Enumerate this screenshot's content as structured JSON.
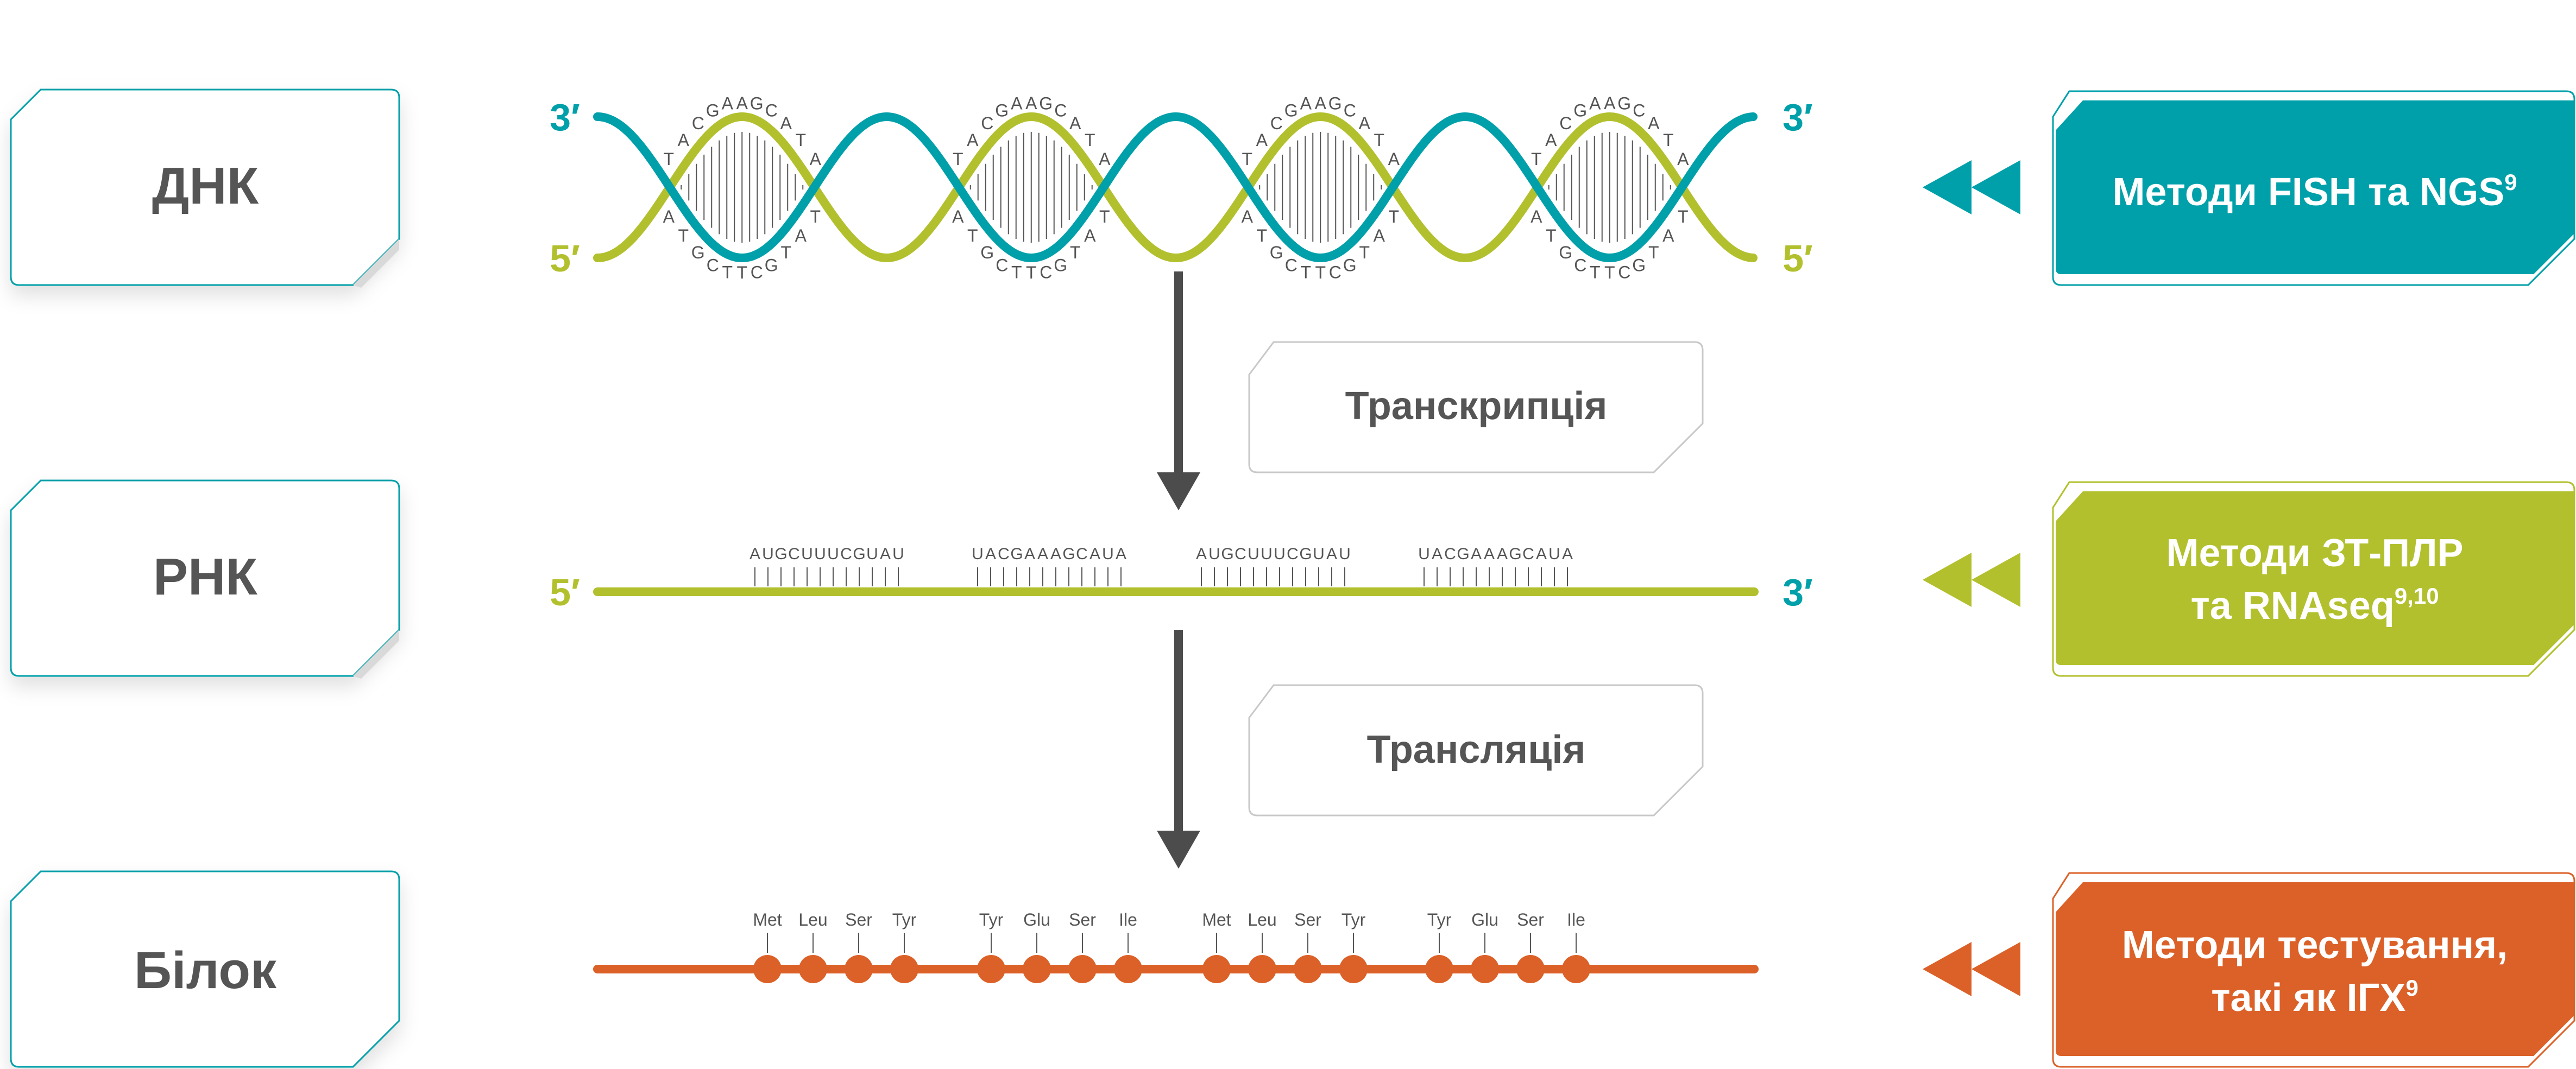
{
  "colors": {
    "teal": "#00A0AA",
    "green": "#B2C02E",
    "orange": "#DB6128",
    "dark": "#4C4C4C",
    "gray_border": "#C8C8C8",
    "text_gray": "#555555"
  },
  "left_labels": {
    "dna": "ДНК",
    "rna": "РНК",
    "protein": "Білок"
  },
  "processes": {
    "transcription": "Транскрипція",
    "translation": "Трансляція"
  },
  "methods": {
    "dna": {
      "text": "Методи FISH та NGS",
      "sup": "9"
    },
    "rna": {
      "line1": "Методи ЗТ-ПЛР",
      "line2": "та RNAseq",
      "sup": "9,10"
    },
    "protein": {
      "line1": "Методи тестування,",
      "line2": "такі як ІГХ",
      "sup": "9"
    }
  },
  "dna": {
    "end_3": "3′",
    "end_5": "5′",
    "top_bases": [
      "A",
      "T",
      "G",
      "C",
      "T",
      "T",
      "C",
      "G",
      "T",
      "A",
      "T"
    ],
    "bottom_bases": [
      "T",
      "A",
      "C",
      "G",
      "A",
      "A",
      "G",
      "C",
      "A",
      "T",
      "A"
    ]
  },
  "rna": {
    "end_5": "5′",
    "end_3": "3′",
    "codon_groups": [
      "AUGCUUUCGUAU",
      "UACGAAAGCAUA",
      "AUGCUUUCGUAU",
      "UACGAAAGCAUA"
    ]
  },
  "protein": {
    "amino_groups": [
      [
        "Met",
        "Leu",
        "Ser",
        "Tyr"
      ],
      [
        "Tyr",
        "Glu",
        "Ser",
        "Ile"
      ],
      [
        "Met",
        "Leu",
        "Ser",
        "Tyr"
      ],
      [
        "Tyr",
        "Glu",
        "Ser",
        "Ile"
      ]
    ]
  }
}
